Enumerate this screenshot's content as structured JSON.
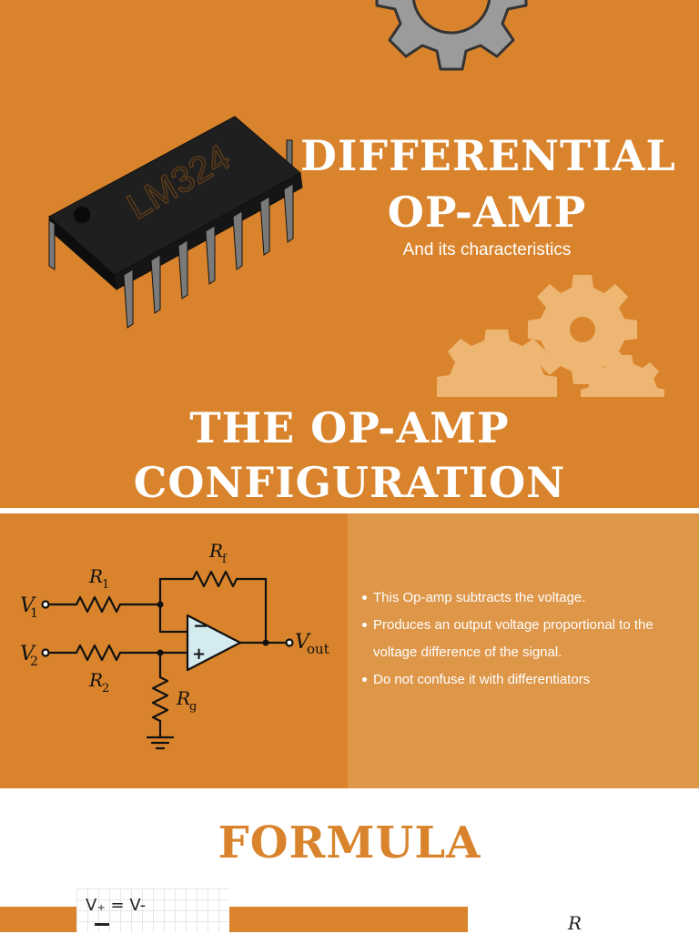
{
  "hero": {
    "title": "DIFFERENTIAL OP-AMP",
    "subtitle": "And its characteristics",
    "chip_marking": "LM324"
  },
  "configuration": {
    "title": "THE OP-AMP CONFIGURATION",
    "circuit": {
      "input_1": "V",
      "input_1_sub": "1",
      "input_2": "V",
      "input_2_sub": "2",
      "r1": "R",
      "r1_sub": "1",
      "r2": "R",
      "r2_sub": "2",
      "rf": "R",
      "rf_sub": "f",
      "rg": "R",
      "rg_sub": "g",
      "output": "V",
      "output_sub": "out",
      "minus": "−",
      "plus": "+"
    },
    "bullets": [
      "This Op-amp subtracts the voltage.",
      "Produces an output voltage proportional to the voltage difference of the signal.",
      "Do not confuse it with differentiators"
    ]
  },
  "formula": {
    "title": "FORMULA",
    "note_text": "V₊ = V-",
    "r_label": "R"
  },
  "colors": {
    "primary_orange": "#d9842c",
    "panel_orange": "#de9649",
    "light_gear": "#eeb673",
    "dark_gear": "#9b9b9b",
    "opamp_fill": "#d4ecf0"
  }
}
